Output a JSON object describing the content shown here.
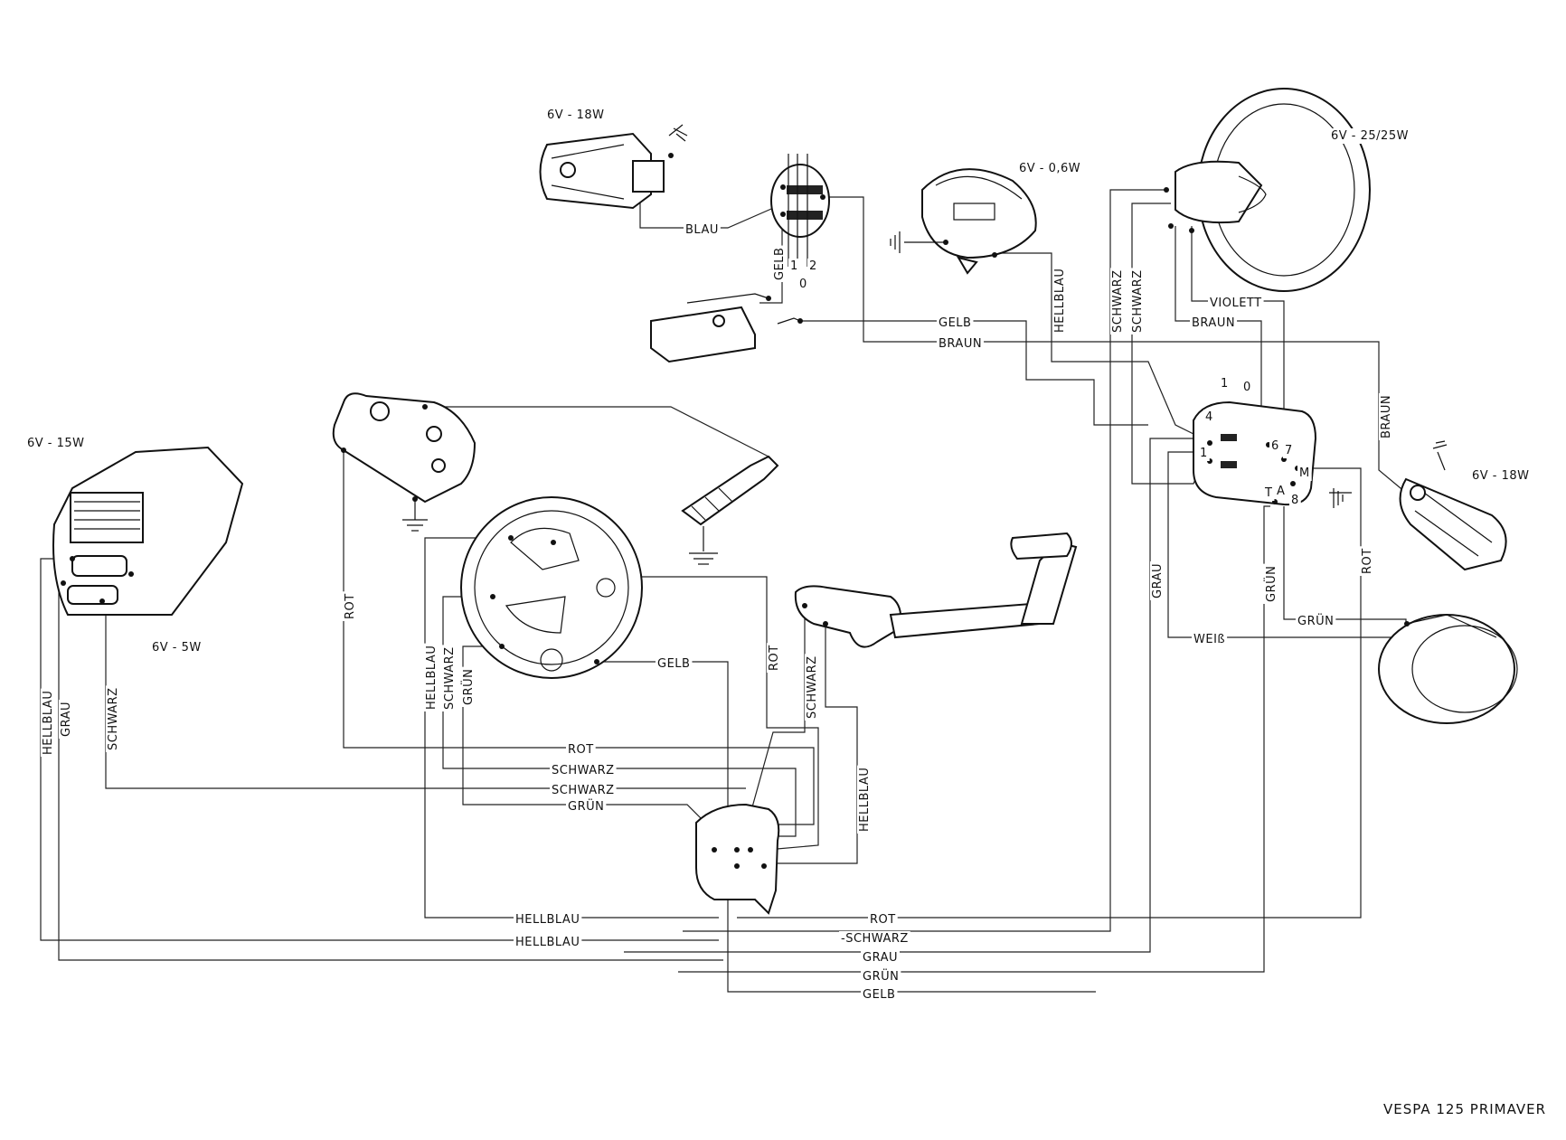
{
  "components": {
    "rear_lamp": "6V - 18W",
    "speedometer": "6V - 0,6W",
    "headlamp": "6V - 25/25W",
    "tail_lamp": "6V - 15W",
    "stop_lamp": "6V - 5W",
    "front_lamp": "6V - 18W"
  },
  "switch_marks": {
    "gelb": "GELB",
    "one": "1",
    "two": "2",
    "zero": "0"
  },
  "main_switch_marks": {
    "one": "1",
    "zero": "0",
    "p4": "4",
    "p1": "1",
    "p6": "6",
    "p7": "7",
    "pM": "M",
    "pA": "A",
    "p8": "8",
    "pT": "T"
  },
  "wires": {
    "blau": "BLAU",
    "gelb_top": "GELB",
    "braun_top": "BRAUN",
    "hellblau_speedo": "HELLBLAU",
    "schwarz_1": "SCHWARZ",
    "schwarz_2": "SCHWARZ",
    "violett": "VIOLETT",
    "braun_head": "BRAUN",
    "braun_right": "BRAUN",
    "grau_mid": "GRAU",
    "gruen_mid": "GRÜN",
    "rot_right": "ROT",
    "gruen_horn": "GRÜN",
    "weiss": "WEIß",
    "rot_left": "ROT",
    "hellblau_v": "HELLBLAU",
    "schwarz_v": "SCHWARZ",
    "gruen_v": "GRÜN",
    "gelb_stator": "GELB",
    "rot_stator": "ROT",
    "schwarz_brake": "SCHWARZ",
    "hellblau_brake": "HELLBLAU",
    "hellblau_tail": "HELLBLAU",
    "grau_tail": "GRAU",
    "schwarz_tail": "SCHWARZ",
    "rot_h": "ROT",
    "schwarz_h1": "SCHWARZ",
    "schwarz_h2": "SCHWARZ",
    "gruen_h": "GRÜN",
    "hellblau_h1": "HELLBLAU",
    "hellblau_h2": "HELLBLAU",
    "rot_b": "ROT",
    "schwarz_b": "-SCHWARZ",
    "grau_b": "GRAU",
    "gruen_b": "GRÜN",
    "gelb_b": "GELB"
  },
  "footer": "VESPA 125 PRIMAVER"
}
